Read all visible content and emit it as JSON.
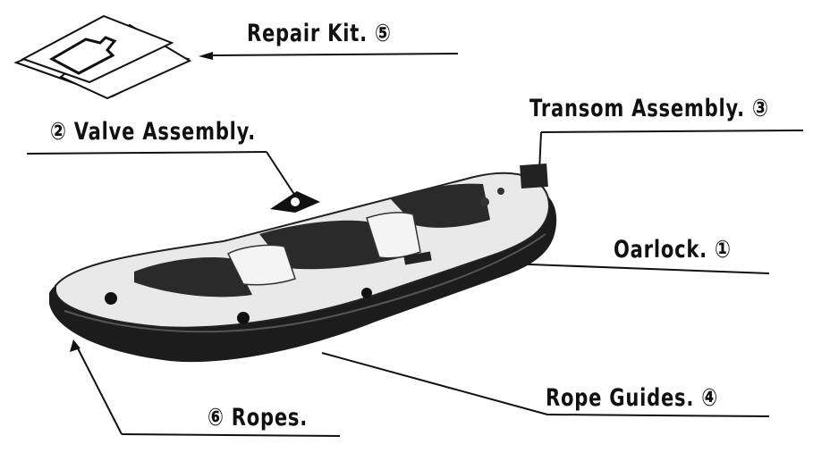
{
  "labels": {
    "repair_kit": "Repair Kit. ⑤",
    "valve_assembly": "② Valve Assembly.",
    "transom_assembly": "Transom Assembly. ③",
    "oarlock": "Oarlock. ①",
    "rope_guides": "Rope Guides. ④",
    "ropes": "⑥ Ropes."
  },
  "colors": {
    "ink": "#111111",
    "tube_dark": "#1c1c1c",
    "tube_light": "#e9e9e9",
    "floor": "#2a2a2a"
  }
}
